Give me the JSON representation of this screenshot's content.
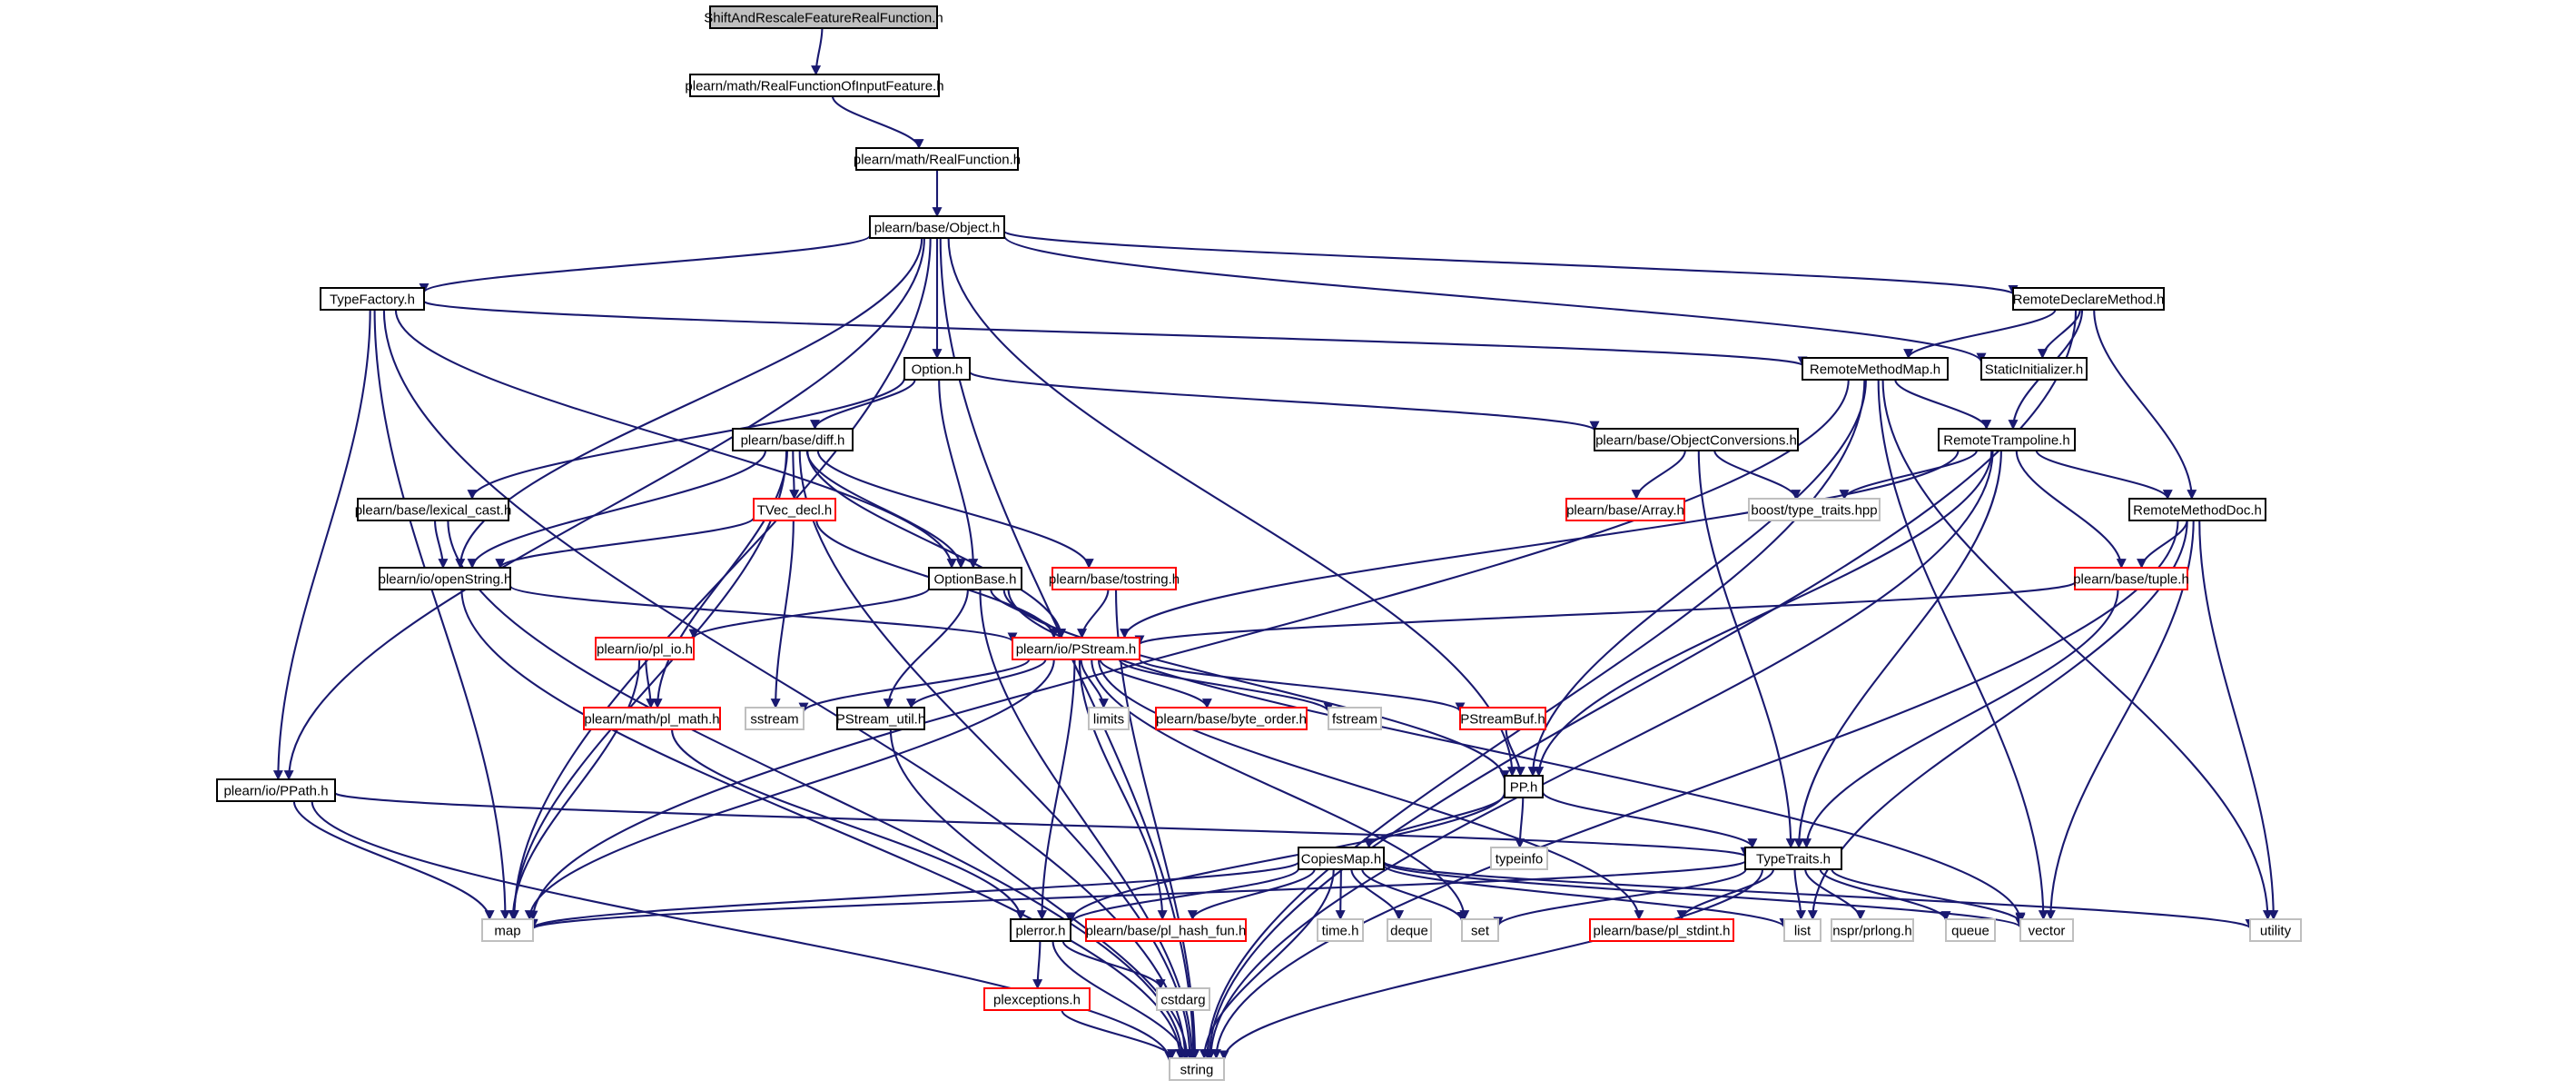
{
  "diagram": {
    "title": "ShiftAndRescaleFeatureRealFunction.h",
    "colors": {
      "edge": "#191970",
      "normal_border": "#000000",
      "missing_border": "#ff0000",
      "external_border": "#bfbfbf",
      "root_fill": "#bfbfbf",
      "fill": "#ffffff",
      "text": "#000000"
    },
    "nodes": [
      {
        "id": "root",
        "label": "ShiftAndRescaleFeatureRealFunction.h",
        "style": "root"
      },
      {
        "id": "rfoif",
        "label": "plearn/math/RealFunctionOfInputFeature.h",
        "style": "normal"
      },
      {
        "id": "rf",
        "label": "plearn/math/RealFunction.h",
        "style": "normal"
      },
      {
        "id": "object",
        "label": "plearn/base/Object.h",
        "style": "normal"
      },
      {
        "id": "typefactory",
        "label": "TypeFactory.h",
        "style": "normal"
      },
      {
        "id": "rdm",
        "label": "RemoteDeclareMethod.h",
        "style": "normal"
      },
      {
        "id": "option",
        "label": "Option.h",
        "style": "normal"
      },
      {
        "id": "rmm",
        "label": "RemoteMethodMap.h",
        "style": "normal"
      },
      {
        "id": "staticinit",
        "label": "StaticInitializer.h",
        "style": "normal"
      },
      {
        "id": "diff",
        "label": "plearn/base/diff.h",
        "style": "normal"
      },
      {
        "id": "objconv",
        "label": "plearn/base/ObjectConversions.h",
        "style": "normal"
      },
      {
        "id": "rtramp",
        "label": "RemoteTrampoline.h",
        "style": "normal"
      },
      {
        "id": "lexical",
        "label": "plearn/base/lexical_cast.h",
        "style": "normal"
      },
      {
        "id": "tvec",
        "label": "TVec_decl.h",
        "style": "missing"
      },
      {
        "id": "array",
        "label": "plearn/base/Array.h",
        "style": "missing"
      },
      {
        "id": "boosttt",
        "label": "boost/type_traits.hpp",
        "style": "external"
      },
      {
        "id": "rmdoc",
        "label": "RemoteMethodDoc.h",
        "style": "normal"
      },
      {
        "id": "openstring",
        "label": "plearn/io/openString.h",
        "style": "normal"
      },
      {
        "id": "optionbase",
        "label": "OptionBase.h",
        "style": "normal"
      },
      {
        "id": "tostring",
        "label": "plearn/base/tostring.h",
        "style": "missing"
      },
      {
        "id": "tuple",
        "label": "plearn/base/tuple.h",
        "style": "missing"
      },
      {
        "id": "plio",
        "label": "plearn/io/pl_io.h",
        "style": "missing"
      },
      {
        "id": "pstream",
        "label": "plearn/io/PStream.h",
        "style": "missing"
      },
      {
        "id": "sstream",
        "label": "sstream",
        "style": "external"
      },
      {
        "id": "pstreamutil",
        "label": "PStream_util.h",
        "style": "normal"
      },
      {
        "id": "limits",
        "label": "limits",
        "style": "external"
      },
      {
        "id": "byteorder",
        "label": "plearn/base/byte_order.h",
        "style": "missing"
      },
      {
        "id": "fstream",
        "label": "fstream",
        "style": "external"
      },
      {
        "id": "pstreambuf",
        "label": "PStreamBuf.h",
        "style": "missing"
      },
      {
        "id": "plmath",
        "label": "plearn/math/pl_math.h",
        "style": "missing"
      },
      {
        "id": "pp",
        "label": "PP.h",
        "style": "normal"
      },
      {
        "id": "ppath",
        "label": "plearn/io/PPath.h",
        "style": "normal"
      },
      {
        "id": "typeinfo",
        "label": "typeinfo",
        "style": "external"
      },
      {
        "id": "copiesmap",
        "label": "CopiesMap.h",
        "style": "normal"
      },
      {
        "id": "typetraits",
        "label": "TypeTraits.h",
        "style": "normal"
      },
      {
        "id": "map",
        "label": "map",
        "style": "external"
      },
      {
        "id": "plerror",
        "label": "plerror.h",
        "style": "normal"
      },
      {
        "id": "plhash",
        "label": "plearn/base/pl_hash_fun.h",
        "style": "missing"
      },
      {
        "id": "timeh",
        "label": "time.h",
        "style": "external"
      },
      {
        "id": "deque",
        "label": "deque",
        "style": "external"
      },
      {
        "id": "set",
        "label": "set",
        "style": "external"
      },
      {
        "id": "plstdint",
        "label": "plearn/base/pl_stdint.h",
        "style": "missing"
      },
      {
        "id": "list",
        "label": "list",
        "style": "external"
      },
      {
        "id": "nsprlong",
        "label": "nspr/prlong.h",
        "style": "external"
      },
      {
        "id": "queue",
        "label": "queue",
        "style": "external"
      },
      {
        "id": "vector",
        "label": "vector",
        "style": "external"
      },
      {
        "id": "utility",
        "label": "utility",
        "style": "external"
      },
      {
        "id": "cstdarg",
        "label": "cstdarg",
        "style": "external"
      },
      {
        "id": "plexceptions",
        "label": "plexceptions.h",
        "style": "missing"
      },
      {
        "id": "string",
        "label": "string",
        "style": "external"
      }
    ],
    "edges": [
      [
        "root",
        "rfoif"
      ],
      [
        "rfoif",
        "rf"
      ],
      [
        "rf",
        "object"
      ],
      [
        "object",
        "typefactory"
      ],
      [
        "object",
        "rdm"
      ],
      [
        "object",
        "option"
      ],
      [
        "object",
        "staticinit"
      ],
      [
        "object",
        "openstring"
      ],
      [
        "object",
        "ppath"
      ],
      [
        "object",
        "map"
      ],
      [
        "object",
        "string"
      ],
      [
        "object",
        "pp"
      ],
      [
        "typefactory",
        "rmm"
      ],
      [
        "typefactory",
        "optionbase"
      ],
      [
        "typefactory",
        "ppath"
      ],
      [
        "typefactory",
        "map"
      ],
      [
        "typefactory",
        "string"
      ],
      [
        "rdm",
        "rmm"
      ],
      [
        "rdm",
        "staticinit"
      ],
      [
        "rdm",
        "rtramp"
      ],
      [
        "rdm",
        "rmdoc"
      ],
      [
        "rdm",
        "string"
      ],
      [
        "option",
        "diff"
      ],
      [
        "option",
        "lexical"
      ],
      [
        "option",
        "objconv"
      ],
      [
        "option",
        "optionbase"
      ],
      [
        "rmm",
        "rtramp"
      ],
      [
        "rmm",
        "map"
      ],
      [
        "rmm",
        "pp"
      ],
      [
        "rmm",
        "vector"
      ],
      [
        "rmm",
        "utility"
      ],
      [
        "rmm",
        "string"
      ],
      [
        "diff",
        "tvec"
      ],
      [
        "diff",
        "tostring"
      ],
      [
        "diff",
        "optionbase"
      ],
      [
        "diff",
        "openstring"
      ],
      [
        "diff",
        "pstream"
      ],
      [
        "diff",
        "plmath"
      ],
      [
        "diff",
        "map"
      ],
      [
        "diff",
        "string"
      ],
      [
        "objconv",
        "array"
      ],
      [
        "objconv",
        "boosttt"
      ],
      [
        "objconv",
        "typetraits"
      ],
      [
        "rtramp",
        "rmdoc"
      ],
      [
        "rtramp",
        "tuple"
      ],
      [
        "rtramp",
        "boosttt"
      ],
      [
        "rtramp",
        "pstream"
      ],
      [
        "rtramp",
        "pp"
      ],
      [
        "rtramp",
        "typetraits"
      ],
      [
        "rtramp",
        "string"
      ],
      [
        "lexical",
        "openstring"
      ],
      [
        "lexical",
        "string"
      ],
      [
        "tvec",
        "openstring"
      ],
      [
        "tvec",
        "pstream"
      ],
      [
        "tvec",
        "sstream"
      ],
      [
        "rmdoc",
        "tuple"
      ],
      [
        "rmdoc",
        "list"
      ],
      [
        "rmdoc",
        "vector"
      ],
      [
        "rmdoc",
        "utility"
      ],
      [
        "rmdoc",
        "string"
      ],
      [
        "openstring",
        "pstream"
      ],
      [
        "openstring",
        "string"
      ],
      [
        "optionbase",
        "pstream"
      ],
      [
        "optionbase",
        "plio"
      ],
      [
        "optionbase",
        "pstreamutil"
      ],
      [
        "optionbase",
        "pp"
      ],
      [
        "optionbase",
        "vector"
      ],
      [
        "optionbase",
        "string"
      ],
      [
        "tostring",
        "pstream"
      ],
      [
        "tostring",
        "string"
      ],
      [
        "tuple",
        "pstream"
      ],
      [
        "tuple",
        "typetraits"
      ],
      [
        "plio",
        "plmath"
      ],
      [
        "plio",
        "map"
      ],
      [
        "pstream",
        "sstream"
      ],
      [
        "pstream",
        "pstreamutil"
      ],
      [
        "pstream",
        "limits"
      ],
      [
        "pstream",
        "byteorder"
      ],
      [
        "pstream",
        "fstream"
      ],
      [
        "pstream",
        "pstreambuf"
      ],
      [
        "pstream",
        "plerror"
      ],
      [
        "pstream",
        "plhash"
      ],
      [
        "pstream",
        "map"
      ],
      [
        "pstream",
        "set"
      ],
      [
        "pstream",
        "plstdint"
      ],
      [
        "pstreamutil",
        "string"
      ],
      [
        "pstreambuf",
        "pp"
      ],
      [
        "plmath",
        "plerror"
      ],
      [
        "pp",
        "typeinfo"
      ],
      [
        "pp",
        "copiesmap"
      ],
      [
        "pp",
        "typetraits"
      ],
      [
        "pp",
        "plerror"
      ],
      [
        "ppath",
        "typetraits"
      ],
      [
        "ppath",
        "map"
      ],
      [
        "ppath",
        "string"
      ],
      [
        "copiesmap",
        "map"
      ],
      [
        "copiesmap",
        "plerror"
      ],
      [
        "copiesmap",
        "plhash"
      ],
      [
        "copiesmap",
        "timeh"
      ],
      [
        "copiesmap",
        "deque"
      ],
      [
        "copiesmap",
        "set"
      ],
      [
        "copiesmap",
        "list"
      ],
      [
        "copiesmap",
        "vector"
      ],
      [
        "copiesmap",
        "utility"
      ],
      [
        "copiesmap",
        "string"
      ],
      [
        "typetraits",
        "map"
      ],
      [
        "typetraits",
        "set"
      ],
      [
        "typetraits",
        "plstdint"
      ],
      [
        "typetraits",
        "list"
      ],
      [
        "typetraits",
        "nsprlong"
      ],
      [
        "typetraits",
        "queue"
      ],
      [
        "typetraits",
        "vector"
      ],
      [
        "typetraits",
        "string"
      ],
      [
        "plerror",
        "plexceptions"
      ],
      [
        "plerror",
        "cstdarg"
      ],
      [
        "plerror",
        "string"
      ],
      [
        "plexceptions",
        "string"
      ]
    ]
  }
}
